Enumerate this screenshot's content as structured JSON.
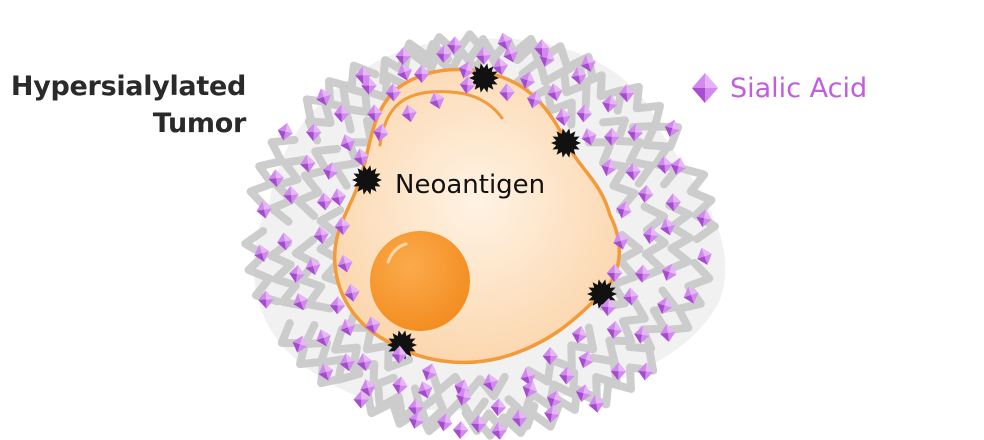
{
  "title": {
    "line1": "Hypersialylated",
    "line2": "Tumor"
  },
  "legend": {
    "label": "Sialic Acid",
    "icon": "sialic-acid-diamond-icon"
  },
  "cell": {
    "label": "Neoantigen"
  },
  "colors": {
    "cell_fill": "#fde2c3",
    "cell_outline": "#f39a3a",
    "nucleus": "#f7992f",
    "glycocalyx": "#c9c9c9",
    "sialic_acid": "#c25ce0",
    "neoantigen": "#111111",
    "title": "#2a2a2a"
  }
}
